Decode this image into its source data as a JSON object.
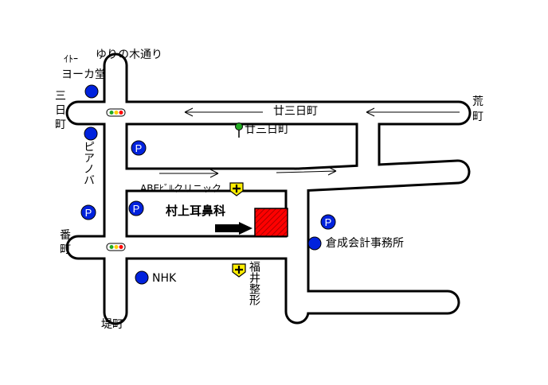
{
  "roads": {
    "yurinoki": "ゆりの木通り",
    "nijusanichi": "廿三日町",
    "nijusanichi_sign": "廿三日町"
  },
  "places": {
    "ito_yokado_line1": "ｲﾄｰ",
    "ito_yokado_line2": "ヨーカ堂",
    "sannichi": "三日町",
    "sannichi_line1": "三",
    "sannichi_line2": "日",
    "sannichi_line3": "町",
    "piano_bar": "ピアノバ",
    "bancho_line1": "番",
    "bancho_line2": "町",
    "tsutsumicho": "堤町",
    "aracho_line1": "荒",
    "aracho_line2": "町",
    "abe_clinic": "ABEﾋﾞﾙクリニック",
    "murakami_ent": "村上耳鼻科",
    "nhk": "NHK",
    "fukui_seikei": "福井整形",
    "kurasei": "倉成会計事務所",
    "parking_label": "P"
  },
  "colors": {
    "road_border": "#000000",
    "road_fill": "#ffffff",
    "marker_blue": "#0022dd",
    "clinic_red": "#ff0000",
    "hospital_yellow": "#ffee00",
    "signal_green": "#22aa22"
  },
  "icons": {
    "parking": "parking-icon",
    "marker": "blue-dot-icon",
    "hospital": "hospital-cross-icon",
    "signal": "traffic-signal-icon",
    "tree": "tree-icon",
    "destination": "destination-arrow-icon"
  }
}
